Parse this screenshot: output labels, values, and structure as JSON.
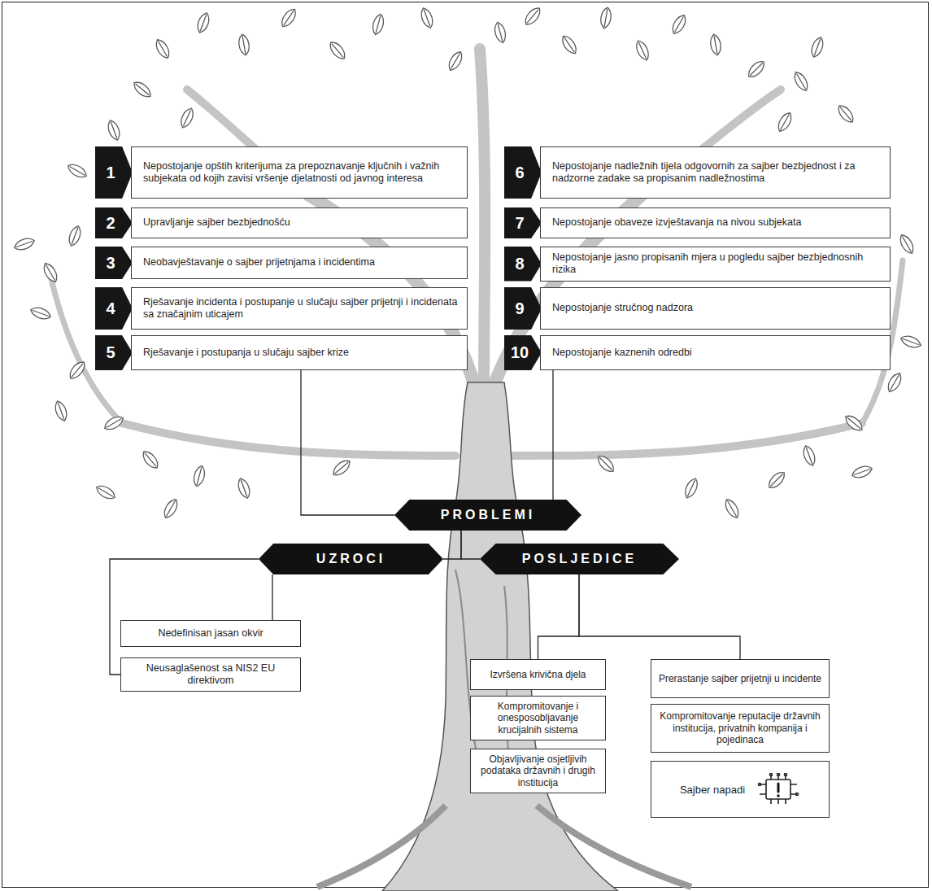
{
  "diagram": {
    "nodes": [
      {
        "text": [
          "1",
          "Nepostojanje opštih kriterijuma za prepoznavanje ključnih i važnih subjekata od kojih zavisi vršenje djelatnosti od javnog interesa"
        ]
      },
      {
        "text": [
          "2",
          "Upravljanje sajber bezbjednošću"
        ]
      },
      {
        "text": [
          "3",
          "Neobavještavanje o sajber prijetnjama i incidentima"
        ]
      },
      {
        "text": [
          "4",
          "Rješavanje incidenta i postupanje u slučaju sajber prijetnji i incidenata sa značajnim uticajem"
        ]
      },
      {
        "text": [
          "5",
          "Rješavanje i postupanja u slučaju sajber krize"
        ]
      },
      {
        "text": [
          "6",
          "Nepostojanje nadležnih tijela odgovornih za sajber bezbjednost i za nadzorne zadake sa propisanim nadležnostima"
        ]
      },
      {
        "text": [
          "7",
          "Nepostojanje obaveze izvještavanja na nivou subjekata"
        ]
      },
      {
        "text": [
          "8",
          "Nepostojanje jasno propisanih mjera u pogledu sajber bezbjednosnih rizika"
        ]
      },
      {
        "text": [
          "9",
          "Nepostojanje stručnog nadzora"
        ]
      },
      {
        "text": [
          "10",
          "Nepostojanje kaznenih odredbi"
        ]
      },
      {
        "text": [
          "PROBLEMI"
        ]
      },
      {
        "text": [
          "UZROCI"
        ]
      },
      {
        "text": [
          "POSLJEDICE"
        ]
      },
      {
        "text": [
          "Nedefinisan jasan okvir"
        ]
      },
      {
        "text": [
          "Neusaglašenost sa NIS2 EU direktivom"
        ]
      },
      {
        "text": [
          "Izvršena krivična djela"
        ]
      },
      {
        "text": [
          "Kompromitovanje i onesposobljavanje krucijalnih sistema"
        ]
      },
      {
        "text": [
          "Objavljivanje osjetljivih podataka državnih i drugih institucija"
        ]
      },
      {
        "text": [
          "Prerastanje sajber prijetnji u incidente"
        ]
      },
      {
        "text": [
          "Kompromitovanje reputacije državnih institucija, privatnih kompanija i pojedinaca"
        ]
      },
      {
        "text": [
          "Sajber napadi"
        ]
      }
    ],
    "edges": [
      {
        "from": 4,
        "to": 10,
        "arrow": "none"
      },
      {
        "from": 9,
        "to": 10,
        "arrow": "none"
      },
      {
        "from": 10,
        "to": 11,
        "arrow": "none"
      },
      {
        "from": 10,
        "to": 12,
        "arrow": "none"
      },
      {
        "from": 11,
        "to": 13,
        "arrow": "none"
      },
      {
        "from": 11,
        "to": 14,
        "arrow": "none"
      },
      {
        "from": 12,
        "to": 15,
        "arrow": "none"
      },
      {
        "from": 12,
        "to": 18,
        "arrow": "none"
      }
    ]
  }
}
